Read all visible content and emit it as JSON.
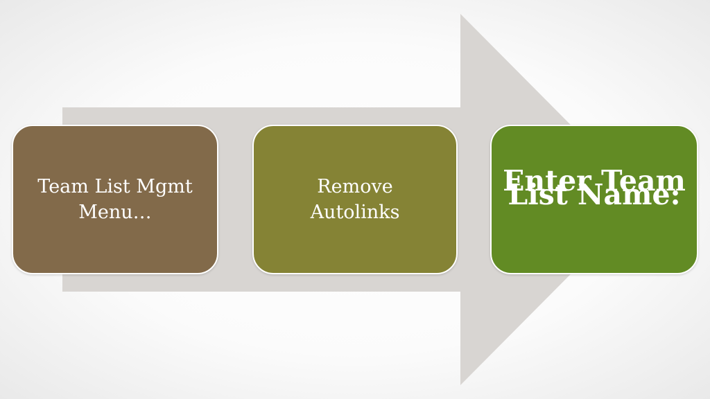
{
  "diagram": {
    "steps": [
      {
        "lines": [
          "Team List Mgmt",
          "Menu…"
        ],
        "color": "#826a4a"
      },
      {
        "lines": [
          "Remove",
          "Autolinks"
        ],
        "color": "#858335"
      },
      {
        "lines": [
          "Enter Team",
          "List Name:"
        ],
        "color": "#628b24"
      }
    ],
    "arrow_color": "#d8d5d2"
  }
}
